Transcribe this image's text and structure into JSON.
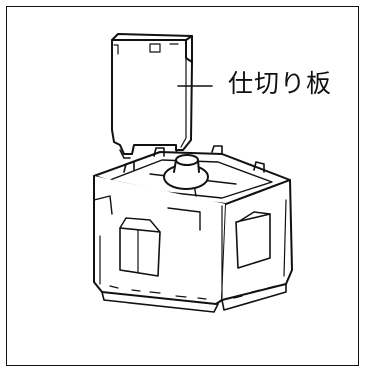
{
  "diagram": {
    "callout_label": "仕切り板",
    "parts": [
      "partition-plate",
      "container-box"
    ]
  }
}
